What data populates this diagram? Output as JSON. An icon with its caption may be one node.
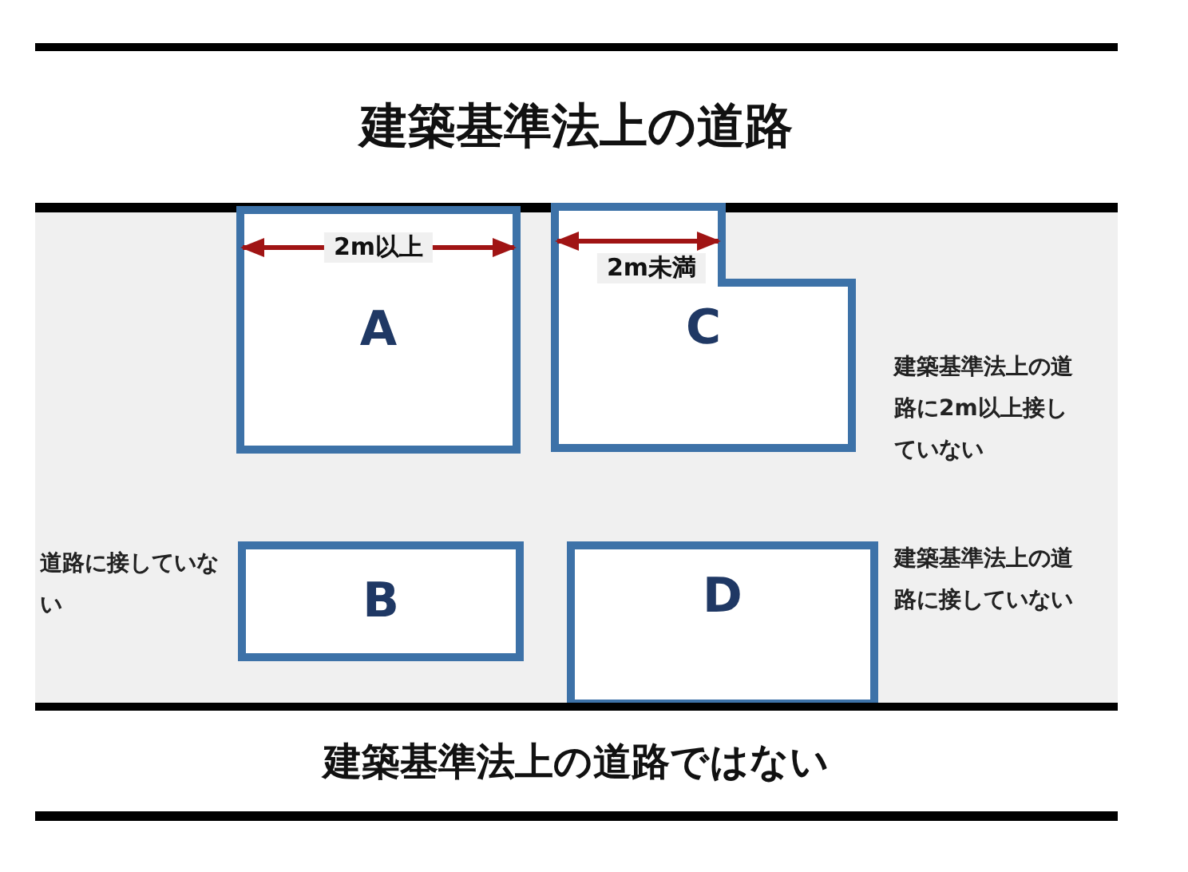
{
  "diagram": {
    "nodes": [
      {
        "text": [
          "建築基準法上の道路"
        ]
      },
      {
        "text": [
          "A"
        ]
      },
      {
        "text": [
          "C"
        ],
        "beside": [
          "建築基準法上の道路に2m以上接していない"
        ]
      },
      {
        "text": [
          "B"
        ],
        "beside": [
          "道路に接していない"
        ]
      },
      {
        "text": [
          "D"
        ],
        "beside": [
          "建築基準法上の道路に接していない"
        ]
      },
      {
        "text": [
          "建築基準法上の道路ではない"
        ]
      }
    ],
    "labels": [
      "2m以上",
      "2m未満"
    ]
  }
}
